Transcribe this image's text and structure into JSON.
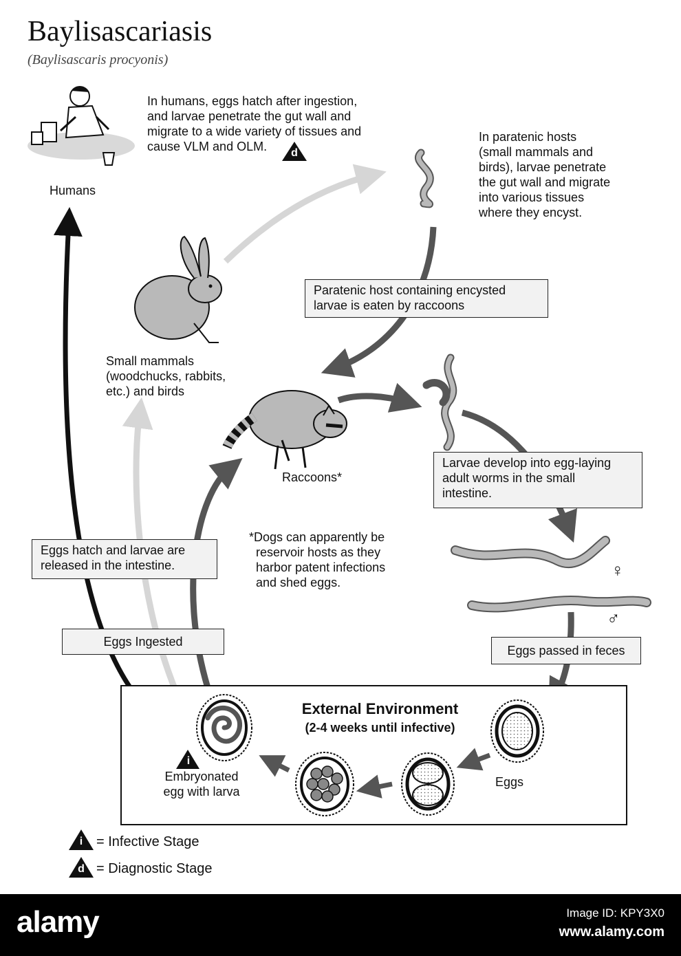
{
  "title": "Baylisascariasis",
  "subtitle": "(Baylisascaris procyonis)",
  "humans_label": "Humans",
  "humans_text": [
    "In humans, eggs hatch after ingestion,",
    "and larvae penetrate the gut wall and",
    "migrate to a wide variety of tissues and",
    "cause VLM and OLM."
  ],
  "paratenic_text": [
    "In paratenic hosts",
    "(small mammals and",
    "birds), larvae penetrate",
    "the gut wall and migrate",
    "into various tissues",
    "where they encyst."
  ],
  "paratenic_box": [
    "Paratenic host containing encysted",
    "larvae is eaten by raccoons"
  ],
  "small_mammals_label": [
    "Small mammals",
    "(woodchucks, rabbits,",
    "etc.) and birds"
  ],
  "raccoons_label": "Raccoons*",
  "larvae_box": [
    "Larvae develop into egg-laying",
    "adult worms in the small",
    "intestine."
  ],
  "dogs_note": [
    "*Dogs can apparently be",
    "reservoir hosts as they",
    "harbor patent infections",
    "and shed eggs."
  ],
  "hatch_box": [
    "Eggs hatch and larvae are",
    "released in the intestine."
  ],
  "eggs_ingested_box": "Eggs Ingested",
  "eggs_passed_box": "Eggs passed in feces",
  "env_title": "External Environment",
  "env_subtitle": "(2-4 weeks until infective)",
  "eggs_label": "Eggs",
  "embryonated_label": [
    "Embryonated",
    "egg with larva"
  ],
  "female_symbol": "♀",
  "male_symbol": "♂",
  "legend": {
    "infective_letter": "i",
    "infective": "= Infective Stage",
    "diagnostic_letter": "d",
    "diagnostic": "= Diagnostic Stage"
  },
  "footer": {
    "logo": "alamy",
    "image_id": "Image ID: KPY3X0",
    "url": "www.alamy.com"
  },
  "colors": {
    "black_arrow": "#111111",
    "dark_arrow": "#555555",
    "light_arrow": "#d6d6d6",
    "animal_fill": "#b9b9b9",
    "box_fill": "#f2f2f2"
  }
}
